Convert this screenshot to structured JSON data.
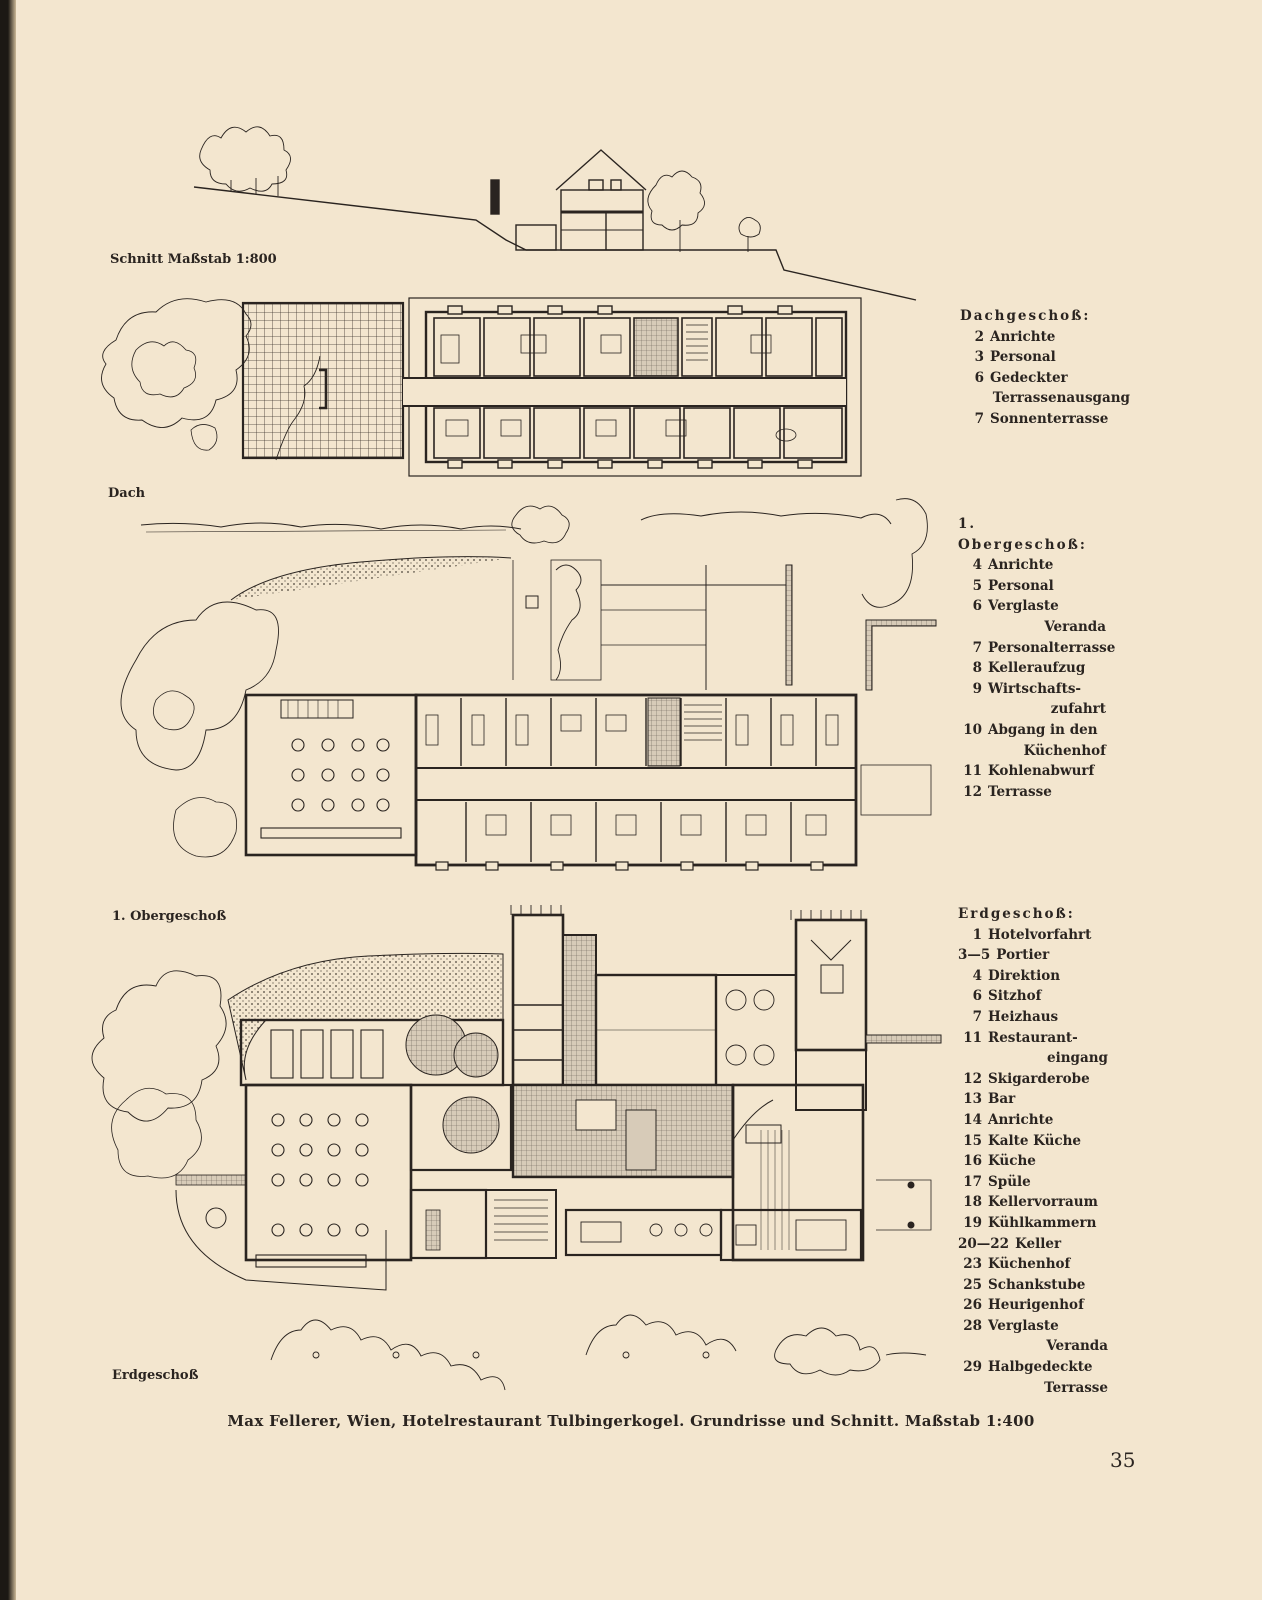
{
  "labels": {
    "section": "Schnitt Maßstab 1:800",
    "dach": "Dach",
    "obergeschoss": "1. Obergeschoß",
    "erdgeschoss": "Erdgeschoß"
  },
  "legend_dach": {
    "title": "Dachgeschoß:",
    "items": [
      {
        "num": "2",
        "text": "Anrichte"
      },
      {
        "num": "3",
        "text": "Personal"
      },
      {
        "num": "6",
        "text": "Gedeckter",
        "cont": "Terrassenausgang"
      },
      {
        "num": "7",
        "text": "Sonnenterrasse"
      }
    ]
  },
  "legend_og": {
    "title": "1. Obergeschoß:",
    "items": [
      {
        "num": "4",
        "text": "Anrichte"
      },
      {
        "num": "5",
        "text": "Personal"
      },
      {
        "num": "6",
        "text": "Verglaste",
        "cont": "Veranda"
      },
      {
        "num": "7",
        "text": "Personalterrasse"
      },
      {
        "num": "8",
        "text": "Kelleraufzug"
      },
      {
        "num": "9",
        "text": "Wirtschafts-",
        "cont": "zufahrt"
      },
      {
        "num": "10",
        "text": "Abgang in den",
        "cont": "Küchenhof"
      },
      {
        "num": "11",
        "text": "Kohlenabwurf"
      },
      {
        "num": "12",
        "text": "Terrasse"
      }
    ]
  },
  "legend_eg": {
    "title": "Erdgeschoß:",
    "items": [
      {
        "num": "1",
        "text": "Hotelvorfahrt"
      },
      {
        "num": "3—5",
        "text": "Portier"
      },
      {
        "num": "4",
        "text": "Direktion"
      },
      {
        "num": "6",
        "text": "Sitzhof"
      },
      {
        "num": "7",
        "text": "Heizhaus"
      },
      {
        "num": "11",
        "text": "Restaurant-",
        "cont": "eingang"
      },
      {
        "num": "12",
        "text": "Skigarderobe"
      },
      {
        "num": "13",
        "text": "Bar"
      },
      {
        "num": "14",
        "text": "Anrichte"
      },
      {
        "num": "15",
        "text": "Kalte Küche"
      },
      {
        "num": "16",
        "text": "Küche"
      },
      {
        "num": "17",
        "text": "Spüle"
      },
      {
        "num": "18",
        "text": "Kellervorraum"
      },
      {
        "num": "19",
        "text": "Kühlkammern"
      },
      {
        "num": "20—22",
        "text": "Keller"
      },
      {
        "num": "23",
        "text": "Küchenhof"
      },
      {
        "num": "25",
        "text": "Schankstube"
      },
      {
        "num": "26",
        "text": "Heurigenhof"
      },
      {
        "num": "28",
        "text": "Verglaste",
        "cont": "Veranda"
      },
      {
        "num": "29",
        "text": "Halbgedeckte",
        "cont": "Terrasse"
      }
    ]
  },
  "caption": "Max Fellerer, Wien, Hotelrestaurant Tulbingerkogel. Grundrisse und Schnitt. Maßstab 1:400",
  "page_number": "35"
}
